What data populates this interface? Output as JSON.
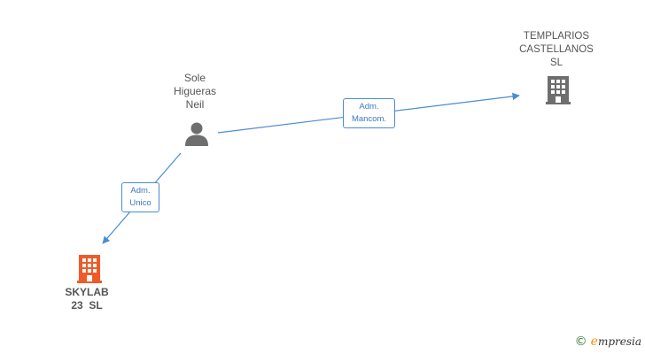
{
  "nodes": {
    "person": {
      "lines": [
        "Sole",
        "Higueras",
        "Neil"
      ],
      "icon": "person-icon"
    },
    "company_top": {
      "lines": [
        "TEMPLARIOS",
        "CASTELLANOS",
        "SL"
      ],
      "icon": "building-icon",
      "color": "#6e6e6e"
    },
    "company_bottom": {
      "lines": [
        "SKYLAB",
        "23  SL"
      ],
      "icon": "building-icon",
      "color": "#f05a28"
    }
  },
  "relations": {
    "to_top": {
      "lines": [
        "Adm.",
        "Mancom."
      ]
    },
    "to_bottom": {
      "lines": [
        "Adm.",
        "Unico"
      ]
    }
  },
  "footer": {
    "copyright": "©",
    "brand_initial": "e",
    "brand_rest": "mpresia"
  },
  "colors": {
    "edge": "#4a8bd4",
    "person_icon": "#6e6e6e"
  }
}
